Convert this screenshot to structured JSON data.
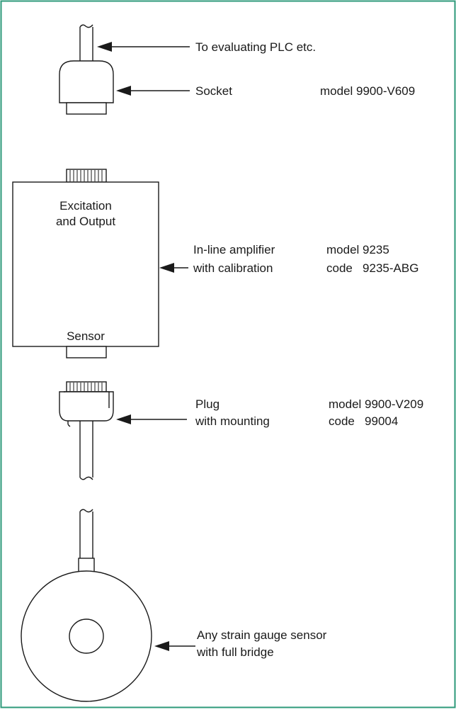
{
  "frame": {
    "border_color": "#2e9a7a"
  },
  "plc": {
    "label": "To evaluating PLC etc."
  },
  "socket": {
    "label": "Socket",
    "model": "model 9900-V609"
  },
  "amplifier": {
    "top_label_line1": "Excitation",
    "top_label_line2": "and Output",
    "bottom_label": "Sensor",
    "label_line1": "In-line amplifier",
    "label_line2": "with calibration",
    "model": "model 9235",
    "code": "code   9235-ABG"
  },
  "plug": {
    "label_line1": "Plug",
    "label_line2": "with mounting",
    "model": "model 9900-V209",
    "code": "code   99004"
  },
  "sensor": {
    "label_line1": "Any strain gauge sensor",
    "label_line2": "with full bridge"
  }
}
